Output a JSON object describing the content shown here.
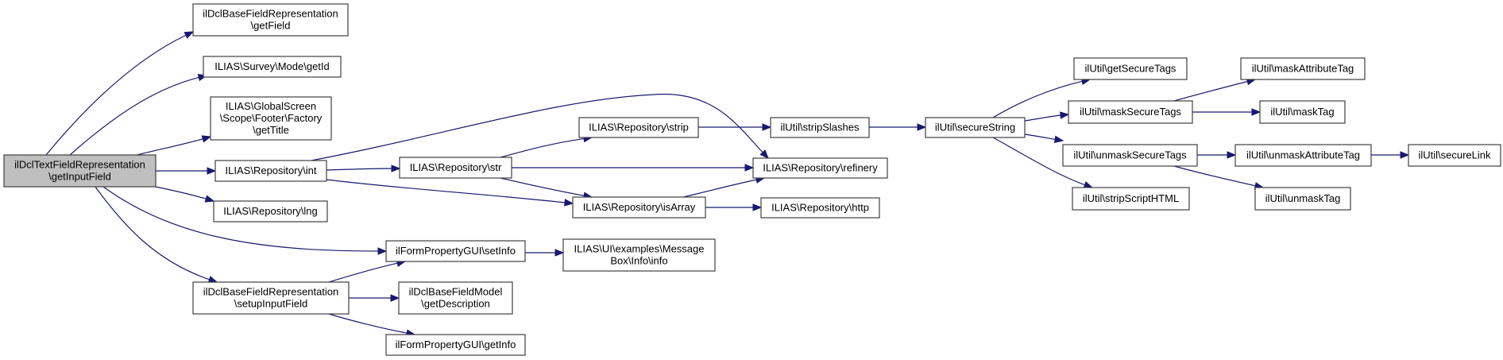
{
  "graph": {
    "type": "call-graph",
    "colors": {
      "edge": "#191970",
      "root_fill": "#bfbfbf",
      "node_fill": "#ffffff",
      "node_border": "#404040"
    },
    "nodes": [
      {
        "id": "root",
        "lines": [
          "ilDclTextFieldRepresentation",
          "\\getInputField"
        ],
        "root": true
      },
      {
        "id": "getField",
        "lines": [
          "ilDclBaseFieldRepresentation",
          "\\getField"
        ]
      },
      {
        "id": "getId",
        "lines": [
          "ILIAS\\Survey\\Mode\\getId"
        ]
      },
      {
        "id": "getTitle",
        "lines": [
          "ILIAS\\GlobalScreen",
          "\\Scope\\Footer\\Factory",
          "\\getTitle"
        ]
      },
      {
        "id": "int",
        "lines": [
          "ILIAS\\Repository\\int"
        ]
      },
      {
        "id": "lng",
        "lines": [
          "ILIAS\\Repository\\lng"
        ]
      },
      {
        "id": "setupInputField",
        "lines": [
          "ilDclBaseFieldRepresentation",
          "\\setupInputField"
        ]
      },
      {
        "id": "str",
        "lines": [
          "ILIAS\\Repository\\str"
        ]
      },
      {
        "id": "strip",
        "lines": [
          "ILIAS\\Repository\\strip"
        ]
      },
      {
        "id": "isArray",
        "lines": [
          "ILIAS\\Repository\\isArray"
        ]
      },
      {
        "id": "setInfo",
        "lines": [
          "ilFormPropertyGUI\\setInfo"
        ]
      },
      {
        "id": "getDescription",
        "lines": [
          "ilDclBaseFieldModel",
          "\\getDescription"
        ]
      },
      {
        "id": "getInfo",
        "lines": [
          "ilFormPropertyGUI\\getInfo"
        ]
      },
      {
        "id": "msgInfo",
        "lines": [
          "ILIAS\\UI\\examples\\Message",
          "Box\\Info\\info"
        ]
      },
      {
        "id": "refinery",
        "lines": [
          "ILIAS\\Repository\\refinery"
        ]
      },
      {
        "id": "http",
        "lines": [
          "ILIAS\\Repository\\http"
        ]
      },
      {
        "id": "stripSlashes",
        "lines": [
          "ilUtil\\stripSlashes"
        ]
      },
      {
        "id": "secureString",
        "lines": [
          "ilUtil\\secureString"
        ]
      },
      {
        "id": "getSecureTags",
        "lines": [
          "ilUtil\\getSecureTags"
        ]
      },
      {
        "id": "maskSecureTags",
        "lines": [
          "ilUtil\\maskSecureTags"
        ]
      },
      {
        "id": "unmaskSecureTags",
        "lines": [
          "ilUtil\\unmaskSecureTags"
        ]
      },
      {
        "id": "stripScriptHTML",
        "lines": [
          "ilUtil\\stripScriptHTML"
        ]
      },
      {
        "id": "maskAttributeTag",
        "lines": [
          "ilUtil\\maskAttributeTag"
        ]
      },
      {
        "id": "maskTag",
        "lines": [
          "ilUtil\\maskTag"
        ]
      },
      {
        "id": "unmaskAttributeTag",
        "lines": [
          "ilUtil\\unmaskAttributeTag"
        ]
      },
      {
        "id": "unmaskTag",
        "lines": [
          "ilUtil\\unmaskTag"
        ]
      },
      {
        "id": "secureLink",
        "lines": [
          "ilUtil\\secureLink"
        ]
      }
    ],
    "edges": [
      {
        "from": "root",
        "to": "getField"
      },
      {
        "from": "root",
        "to": "getId"
      },
      {
        "from": "root",
        "to": "getTitle"
      },
      {
        "from": "root",
        "to": "int"
      },
      {
        "from": "root",
        "to": "lng"
      },
      {
        "from": "root",
        "to": "setInfo"
      },
      {
        "from": "root",
        "to": "setupInputField"
      },
      {
        "from": "int",
        "to": "refinery"
      },
      {
        "from": "int",
        "to": "str"
      },
      {
        "from": "int",
        "to": "isArray"
      },
      {
        "from": "str",
        "to": "strip"
      },
      {
        "from": "str",
        "to": "refinery"
      },
      {
        "from": "str",
        "to": "isArray"
      },
      {
        "from": "strip",
        "to": "stripSlashes"
      },
      {
        "from": "isArray",
        "to": "refinery"
      },
      {
        "from": "isArray",
        "to": "http"
      },
      {
        "from": "setupInputField",
        "to": "setInfo"
      },
      {
        "from": "setupInputField",
        "to": "getDescription"
      },
      {
        "from": "setupInputField",
        "to": "getInfo"
      },
      {
        "from": "setInfo",
        "to": "msgInfo"
      },
      {
        "from": "stripSlashes",
        "to": "secureString"
      },
      {
        "from": "secureString",
        "to": "getSecureTags"
      },
      {
        "from": "secureString",
        "to": "maskSecureTags"
      },
      {
        "from": "secureString",
        "to": "unmaskSecureTags"
      },
      {
        "from": "secureString",
        "to": "stripScriptHTML"
      },
      {
        "from": "maskSecureTags",
        "to": "maskAttributeTag"
      },
      {
        "from": "maskSecureTags",
        "to": "maskTag"
      },
      {
        "from": "unmaskSecureTags",
        "to": "unmaskAttributeTag"
      },
      {
        "from": "unmaskSecureTags",
        "to": "unmaskTag"
      },
      {
        "from": "unmaskAttributeTag",
        "to": "secureLink"
      }
    ]
  }
}
